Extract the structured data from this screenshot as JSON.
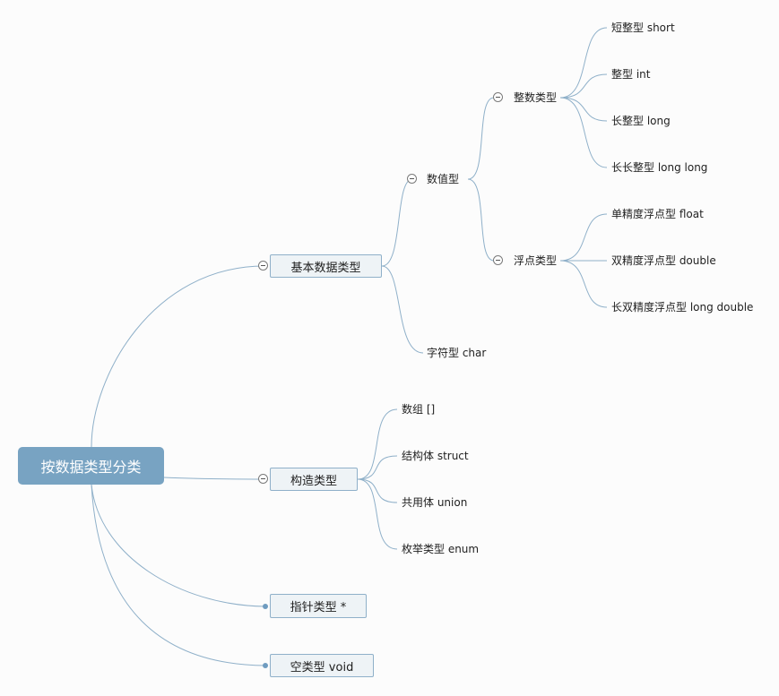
{
  "root": {
    "label": "按数据类型分类"
  },
  "branches": {
    "basic": {
      "label": "基本数据类型",
      "numeric": {
        "label": "数值型",
        "integer": {
          "label": "整数类型",
          "items": [
            "短整型 short",
            "整型 int",
            "长整型 long",
            "长长整型 long long"
          ]
        },
        "float": {
          "label": "浮点类型",
          "items": [
            "单精度浮点型 float",
            "双精度浮点型 double",
            "长双精度浮点型 long double"
          ]
        }
      },
      "char": {
        "label": "字符型 char"
      }
    },
    "constructed": {
      "label": "构造类型",
      "items": [
        "数组 []",
        "结构体 struct",
        "共用体 union",
        "枚举类型 enum"
      ]
    },
    "pointer": {
      "label": "指针类型 *"
    },
    "void": {
      "label": "空类型 void"
    }
  },
  "colors": {
    "root_fill": "#78a3c2",
    "line": "#8fb0c9",
    "box_fill": "#eef3f6"
  }
}
